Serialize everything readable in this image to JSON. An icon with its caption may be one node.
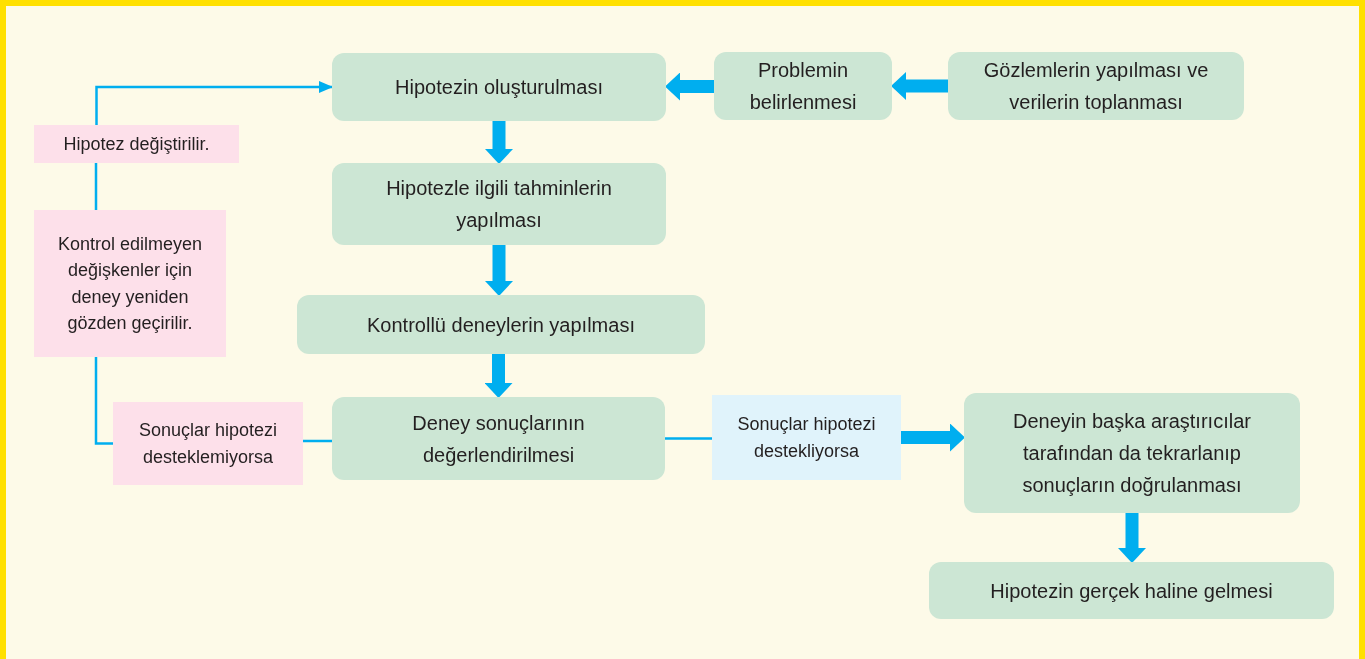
{
  "diagram": {
    "nodes": [
      {
        "text": [
          "Hipotezin oluşturulması"
        ]
      },
      {
        "text": [
          "Problemin belirlenmesi"
        ]
      },
      {
        "text": [
          "Gözlemlerin yapılması ve verilerin toplanması"
        ]
      },
      {
        "text": [
          "Hipotezle ilgili tahminlerin yapılması"
        ]
      },
      {
        "text": [
          "Kontrollü deneylerin yapılması"
        ]
      },
      {
        "text": [
          "Deney sonuçlarının değerlendirilmesi"
        ]
      },
      {
        "text": [
          "Deneyin başka araştırıcılar tarafından da tekrarlanıp sonuçların doğrulanması"
        ]
      },
      {
        "text": [
          "Hipotezin gerçek haline gelmesi"
        ]
      },
      {
        "text": [
          "Hipotez değiştirilir."
        ]
      },
      {
        "text": [
          "Kontrol edilmeyen değişkenler için deney yeniden gözden geçirilir."
        ]
      },
      {
        "text": [
          "Sonuçlar hipotezi desteklemiyorsa"
        ]
      },
      {
        "text": [
          "Sonuçlar hipotezi destekliyorsa"
        ]
      }
    ],
    "edges": [
      {
        "from": 2,
        "to": 1,
        "arrow": "to"
      },
      {
        "from": 1,
        "to": 0,
        "arrow": "to"
      },
      {
        "from": 0,
        "to": 3,
        "arrow": "to"
      },
      {
        "from": 3,
        "to": 4,
        "arrow": "to"
      },
      {
        "from": 4,
        "to": 5,
        "arrow": "to"
      },
      {
        "from": 5,
        "to": 10,
        "arrow": "none"
      },
      {
        "from": 10,
        "to": 9,
        "arrow": "none"
      },
      {
        "from": 9,
        "to": 8,
        "arrow": "none"
      },
      {
        "from": 8,
        "to": 0,
        "arrow": "to"
      },
      {
        "from": 5,
        "to": 11,
        "arrow": "none"
      },
      {
        "from": 11,
        "to": 6,
        "arrow": "to"
      },
      {
        "from": 6,
        "to": 7,
        "arrow": "to"
      }
    ]
  }
}
